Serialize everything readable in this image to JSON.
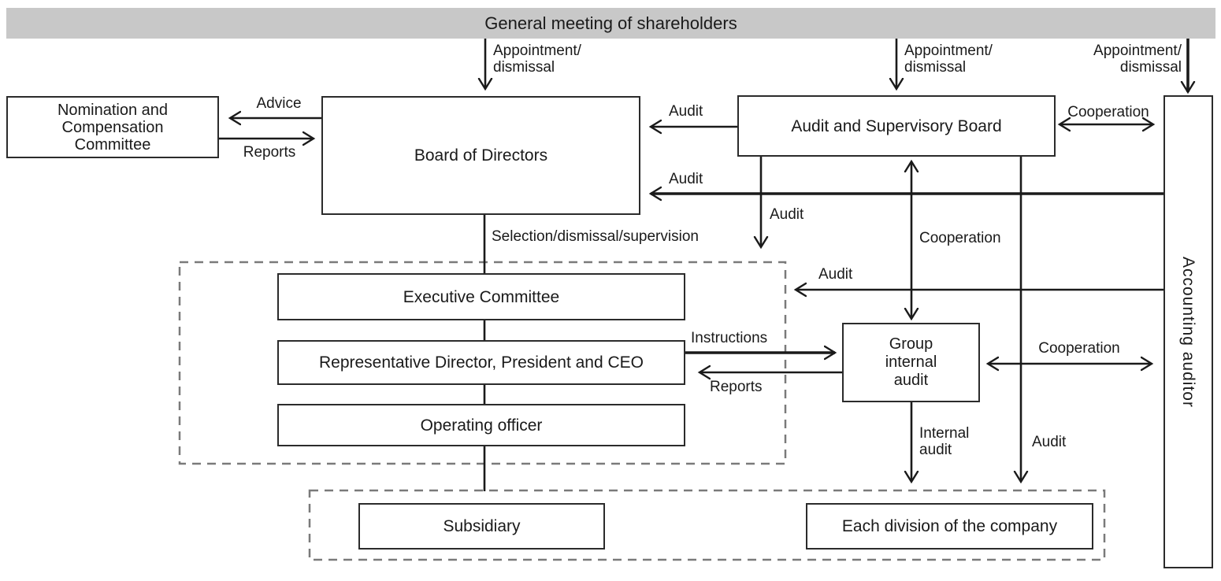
{
  "banner": {
    "label": "General meeting of shareholders"
  },
  "boxes": {
    "nomination_committee": "Nomination and\nCompensation\nCommittee",
    "board_of_directors": "Board of Directors",
    "audit_supervisory_board": "Audit and Supervisory Board",
    "accounting_auditor": "Accounting auditor",
    "executive_committee": "Executive Committee",
    "representative_director": "Representative Director, President and CEO",
    "operating_officer": "Operating officer",
    "group_internal_audit": "Group\ninternal\naudit",
    "subsidiary": "Subsidiary",
    "each_division": "Each division of the company"
  },
  "edge_labels": {
    "appointment_dismissal_board": "Appointment/\ndismissal",
    "appointment_dismissal_asb": "Appointment/\ndismissal",
    "appointment_dismissal_auditor": "Appointment/\ndismissal",
    "advice": "Advice",
    "reports_to_board": "Reports",
    "audit_asb_to_board": "Audit",
    "audit_auditor_to_board": "Audit",
    "audit_asb_to_exec": "Audit",
    "cooperation_asb_group": "Cooperation",
    "audit_asb_to_division": "Audit",
    "cooperation_asb_auditor": "Cooperation",
    "audit_auditor_to_exec": "Audit",
    "selection_dismissal_supervision": "Selection/dismissal/supervision",
    "instructions": "Instructions",
    "reports_group_to_ceo": "Reports",
    "internal_audit": "Internal\naudit",
    "cooperation_group_auditor": "Cooperation"
  },
  "colors": {
    "banner_bg": "#c8c8c8",
    "line": "#1a1a1a",
    "box_border": "#2b2b2b",
    "dashed_border": "#7a7a7a",
    "text": "#1a1a1a",
    "background": "#ffffff"
  }
}
